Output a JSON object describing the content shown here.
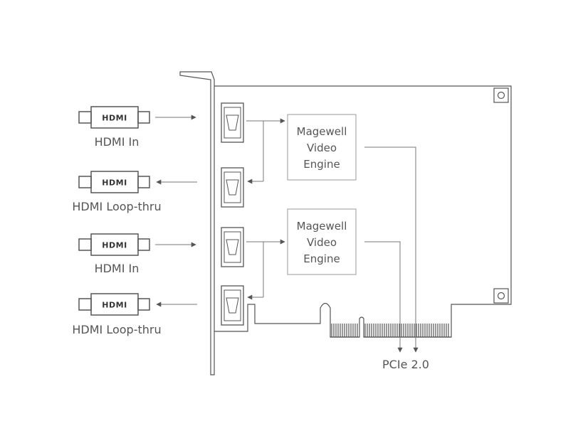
{
  "connectors": [
    {
      "logo": "HDMI",
      "label": "HDMI In"
    },
    {
      "logo": "HDMI",
      "label": "HDMI Loop-thru"
    },
    {
      "logo": "HDMI",
      "label": "HDMI In"
    },
    {
      "logo": "HDMI",
      "label": "HDMI Loop-thru"
    }
  ],
  "engines": [
    {
      "line1": "Magewell",
      "line2": "Video",
      "line3": "Engine"
    },
    {
      "line1": "Magewell",
      "line2": "Video",
      "line3": "Engine"
    }
  ],
  "bus": {
    "label": "PCIe 2.0"
  },
  "colors": {
    "stroke": "#555555",
    "label": "#555555",
    "box": "#999999"
  }
}
